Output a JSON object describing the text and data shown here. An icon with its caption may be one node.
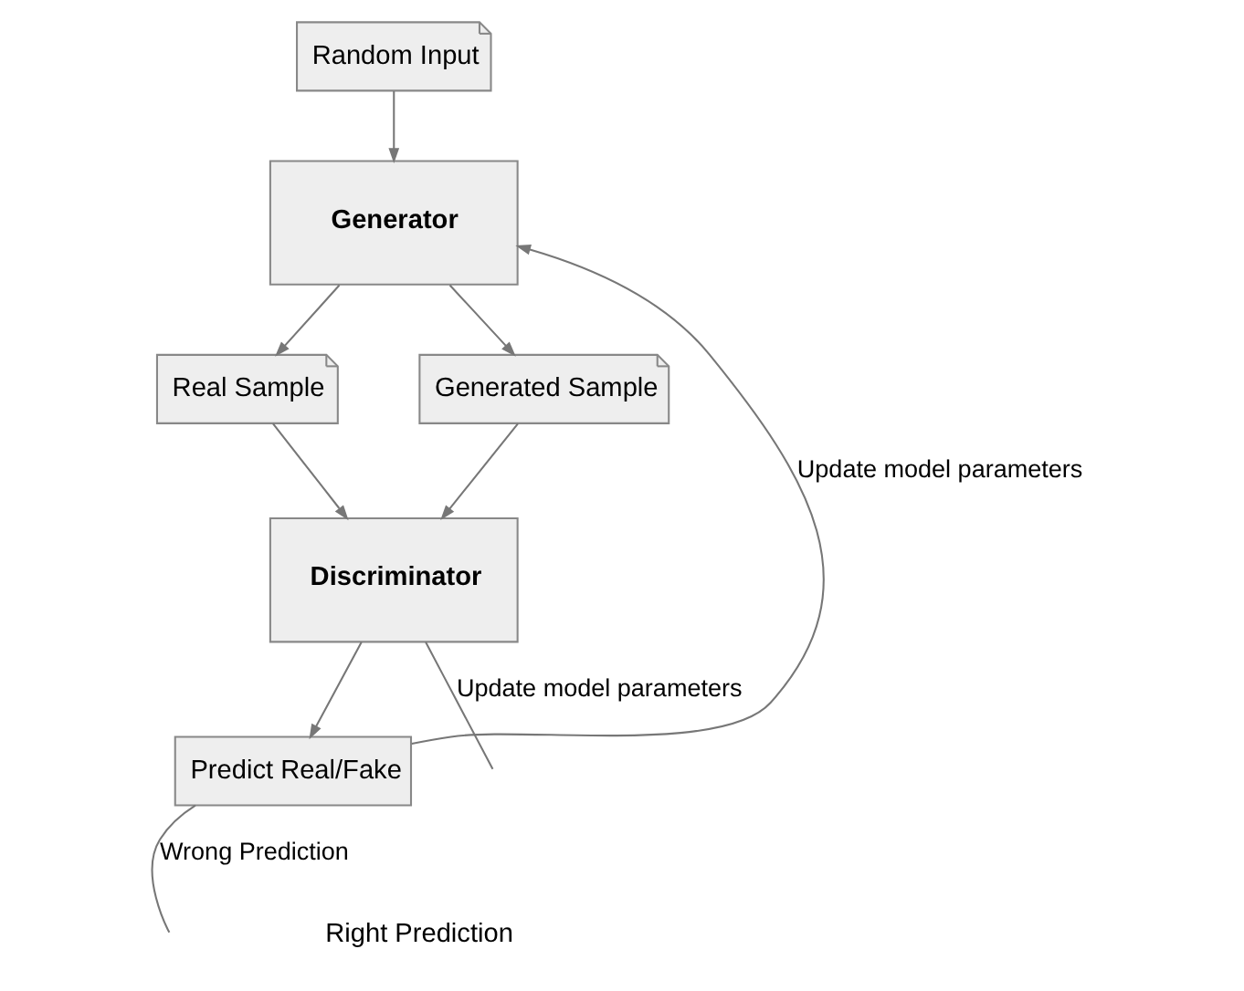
{
  "diagram": {
    "nodes": [
      {
        "text": [
          "Random Input"
        ]
      },
      {
        "text": [
          "Generator"
        ]
      },
      {
        "text": [
          "Real Sample"
        ]
      },
      {
        "text": [
          "Generated Sample"
        ]
      },
      {
        "text": [
          "Discriminator"
        ]
      },
      {
        "text": [
          "Predict Real/Fake"
        ]
      }
    ],
    "edges": [
      {
        "from": 0,
        "to": 1,
        "arrow": "to"
      },
      {
        "from": 1,
        "to": 2,
        "arrow": "to"
      },
      {
        "from": 1,
        "to": 3,
        "arrow": "to"
      },
      {
        "from": 2,
        "to": 4,
        "arrow": "to"
      },
      {
        "from": 3,
        "to": 4,
        "arrow": "to"
      },
      {
        "from": 4,
        "to": 5,
        "arrow": "to"
      },
      {
        "from": 5,
        "to": 1,
        "arrow": "to",
        "label": "Update model parameters"
      },
      {
        "from": 4,
        "to": null,
        "arrow": "none",
        "label": "Update model parameters"
      },
      {
        "from": 5,
        "to": null,
        "arrow": "none",
        "label": "Wrong Prediction"
      }
    ],
    "labels": [
      "Right Prediction"
    ]
  }
}
